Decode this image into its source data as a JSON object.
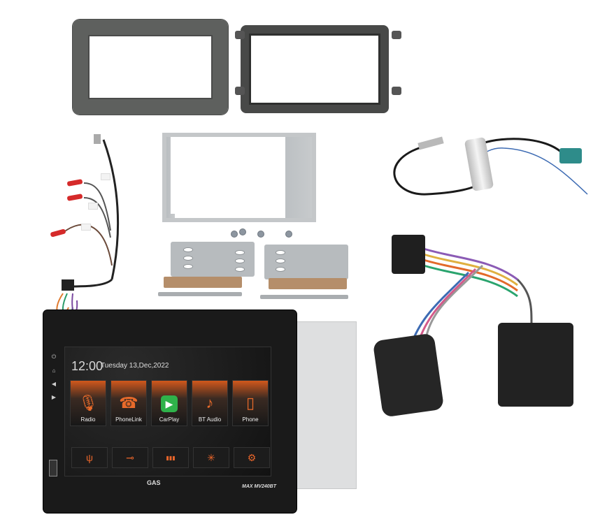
{
  "product": {
    "kit_items": [
      "fascia-panel-plain",
      "fascia-panel-with-mounting-tabs",
      "steering-wheel-control-lead",
      "din-mounting-cage",
      "mounting-brackets-and-screws",
      "antenna-adapter",
      "steering-wheel-interface",
      "double-din-head-unit"
    ]
  },
  "head_unit": {
    "clock": "12:00",
    "date": "Tuesday 13,Dec,2022",
    "tiles": [
      {
        "label": "Radio",
        "icon": "microphone-icon",
        "glyph": "🎙"
      },
      {
        "label": "PhoneLink",
        "icon": "phonelink-icon",
        "glyph": "☎"
      },
      {
        "label": "CarPlay",
        "icon": "carplay-icon",
        "glyph": "▶"
      },
      {
        "label": "BT Audio",
        "icon": "music-note-icon",
        "glyph": "♪"
      },
      {
        "label": "Phone",
        "icon": "mobile-phone-icon",
        "glyph": "▯"
      }
    ],
    "controls": [
      {
        "icon": "usb-icon",
        "glyph": "ψ"
      },
      {
        "icon": "aux-cable-icon",
        "glyph": "⊸"
      },
      {
        "icon": "equalizer-icon",
        "glyph": "▮▮▮"
      },
      {
        "icon": "brightness-icon",
        "glyph": "✳"
      },
      {
        "icon": "settings-gears-icon",
        "glyph": "⚙"
      }
    ],
    "side_buttons": [
      "⏻",
      "⌂",
      "◀",
      "▶"
    ],
    "brand": "GAS",
    "model": "MAX MV240BT"
  },
  "colors": {
    "accent_orange": "#e8652a",
    "carplay_green": "#2fb24a",
    "fascia_grey": "#5e605e",
    "antenna_teal": "#2e8c8a"
  }
}
